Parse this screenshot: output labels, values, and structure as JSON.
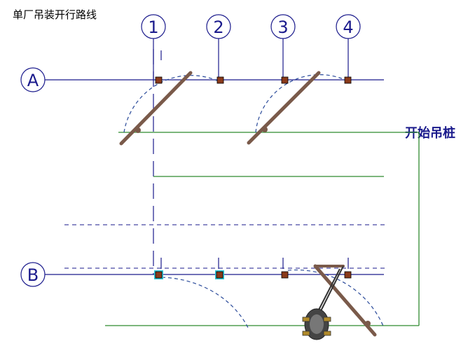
{
  "title": "单厂吊装开行路线",
  "start_label": "开始吊桩",
  "axes": {
    "columns": [
      "1",
      "2",
      "3",
      "4"
    ],
    "rows": [
      "A",
      "B"
    ]
  },
  "colors": {
    "axis_line": "#1a1a8c",
    "route_line": "#2f8a2f",
    "boom": "#7a5a4a",
    "column": "#8a3a1a",
    "column_highlight": "#33c6d6",
    "reach_arc": "#2a4a9a",
    "crane_body": "#333333",
    "outrigger": "#b08a2a"
  }
}
